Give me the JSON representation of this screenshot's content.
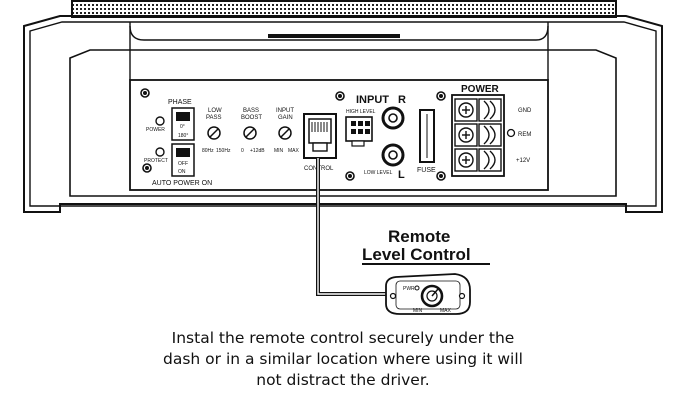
{
  "panel": {
    "phase": {
      "title": "PHASE",
      "zero": "0°",
      "one_eighty": "180°",
      "power": "POWER"
    },
    "protect": "PROTECT",
    "auto_power": {
      "off": "OFF",
      "on": "ON",
      "label": "AUTO POWER ON"
    },
    "low_pass": {
      "line1": "LOW",
      "line2": "PASS",
      "min": "80Hz",
      "max": "150Hz"
    },
    "bass_boost": {
      "line1": "BASS",
      "line2": "BOOST",
      "min": "0",
      "max": "+12dB"
    },
    "input_gain": {
      "line1": "INPUT",
      "line2": "GAIN",
      "min": "MIN",
      "max": "MAX"
    },
    "control": "CONTROL",
    "input": {
      "title": "INPUT",
      "high_level": "HIGH LEVEL",
      "low_level": "LOW LEVEL",
      "r": "R",
      "l": "L"
    },
    "fuse": "FUSE",
    "power": {
      "title": "POWER",
      "gnd": "GND",
      "rem": "REM",
      "v12": "+12V"
    }
  },
  "remote": {
    "title_line1": "Remote",
    "title_line2": "Level Control",
    "pwr": "PWR",
    "min": "MIN",
    "max": "MAX"
  },
  "caption": {
    "line1": "Instal the remote control securely under the",
    "line2": "dash or in a similar location where using it will",
    "line3": "not distract the driver."
  }
}
